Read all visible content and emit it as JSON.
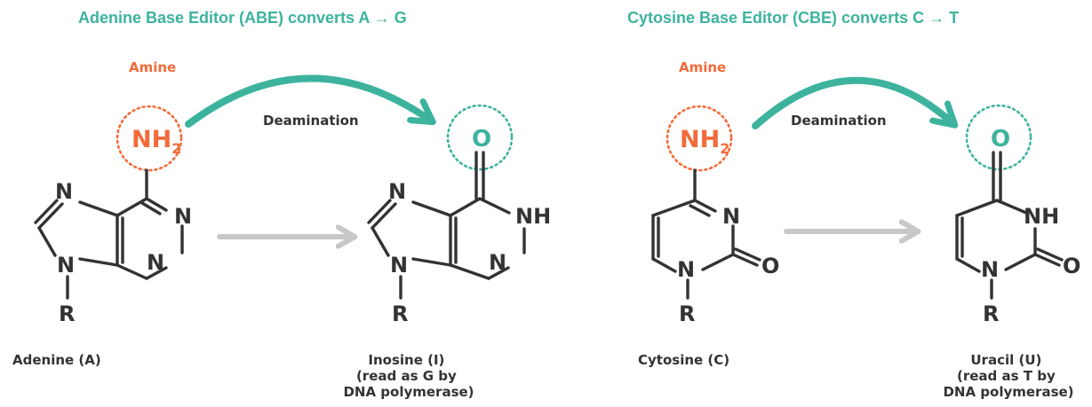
{
  "panels": {
    "abe": {
      "title": "Adenine Base Editor (ABE) converts A → G",
      "amine_label": "Amine",
      "group": "NH",
      "group_sub": "2",
      "reaction_label": "Deamination",
      "product_group": "O",
      "substrate_name": "Adenine (A)",
      "product_name_lines": [
        "Inosine (I)",
        "(read as G by",
        "DNA polymerase)"
      ]
    },
    "cbe": {
      "title": "Cytosine Base Editor (CBE) converts C → T",
      "amine_label": "Amine",
      "group": "NH",
      "group_sub": "2",
      "reaction_label": "Deamination",
      "product_group": "O",
      "substrate_name": "Cytosine (C)",
      "product_name_lines": [
        "Uracil (U)",
        "(read as T by",
        "DNA polymerase)"
      ]
    }
  },
  "atoms": {
    "n": "N",
    "nh": "NH",
    "r": "R",
    "o": "O"
  },
  "colors": {
    "title": "#3db39e",
    "amine": "#f26b3a",
    "oxygen": "#3db39e",
    "reaction_arrow": "#3db39e",
    "conversion_arrow": "#c8c8c8",
    "bond": "#333333"
  }
}
